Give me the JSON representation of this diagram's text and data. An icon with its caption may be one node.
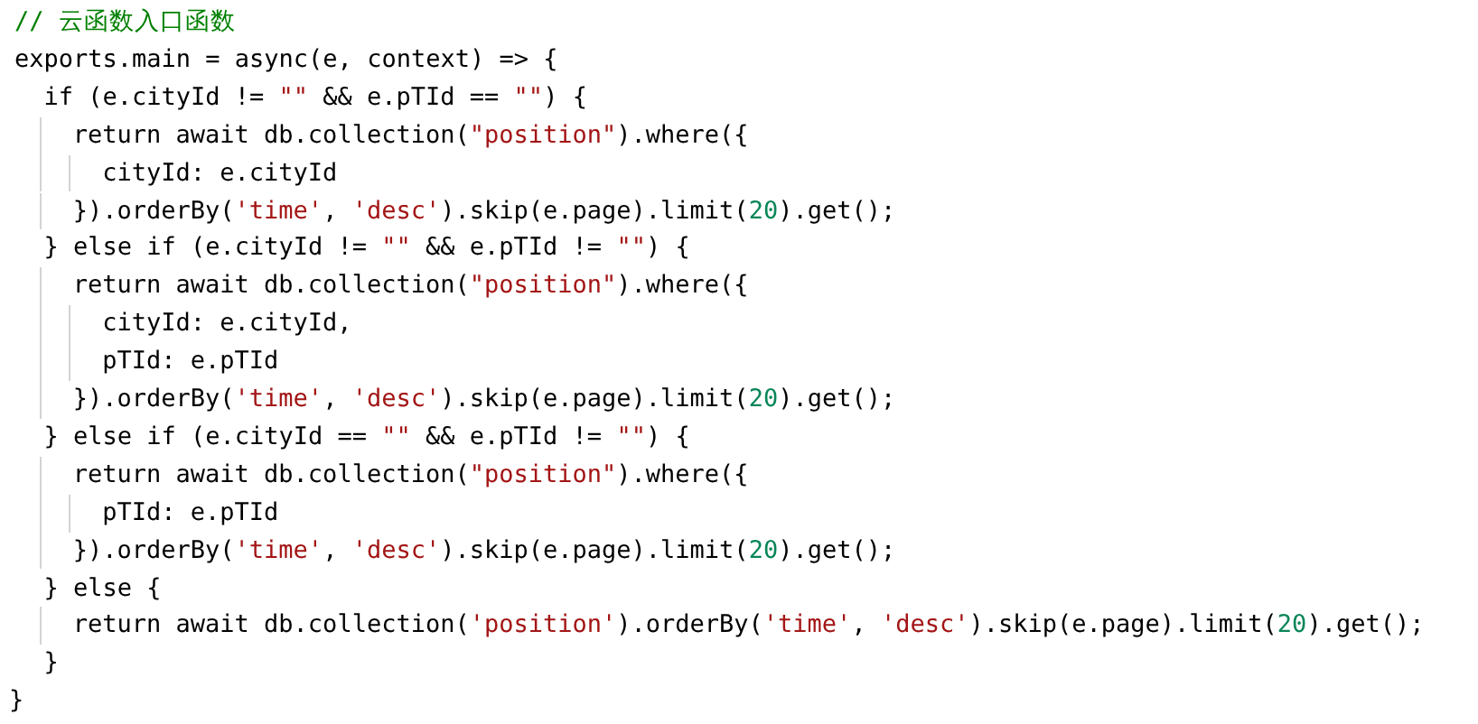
{
  "diagram": {
    "labels": [
      "// 云函数入口函数",
      "exports.main = async(e, context) => {",
      "if (e.cityId != \"\" && e.pTId == \"\") {",
      "return await db.collection(\"position\").where({",
      "cityId: e.cityId",
      "}).orderBy('time', 'desc').skip(e.page).limit(20).get();",
      "} else if (e.cityId != \"\" && e.pTId != \"\") {",
      "return await db.collection(\"position\").where({",
      "cityId: e.cityId,",
      "pTId: e.pTId",
      "}).orderBy('time', 'desc').skip(e.page).limit(20).get();",
      "} else if (e.cityId == \"\" && e.pTId != \"\") {",
      "return await db.collection(\"position\").where({",
      "pTId: e.pTId",
      "}).orderBy('time', 'desc').skip(e.page).limit(20).get();",
      "} else {",
      "return await db.collection('position').orderBy('time', 'desc').skip(e.page).limit(20).get();",
      "}",
      "}"
    ]
  }
}
